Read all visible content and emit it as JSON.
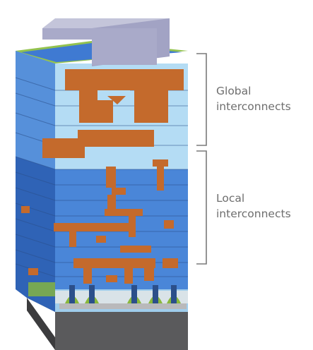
{
  "labels": {
    "global_line1": "Global",
    "global_line2": "interconnects",
    "local_line1": "Local",
    "local_line2": "interconnects"
  },
  "colors": {
    "dielectric_light": "#b4dcf4",
    "dielectric_dark": "#4a86d8",
    "copper": "#c46a2c",
    "cap_block": "#a9aac9",
    "passivation_top": "#93c24e",
    "substrate": "#5a5a5c",
    "bracket": "#7a7a7a"
  }
}
